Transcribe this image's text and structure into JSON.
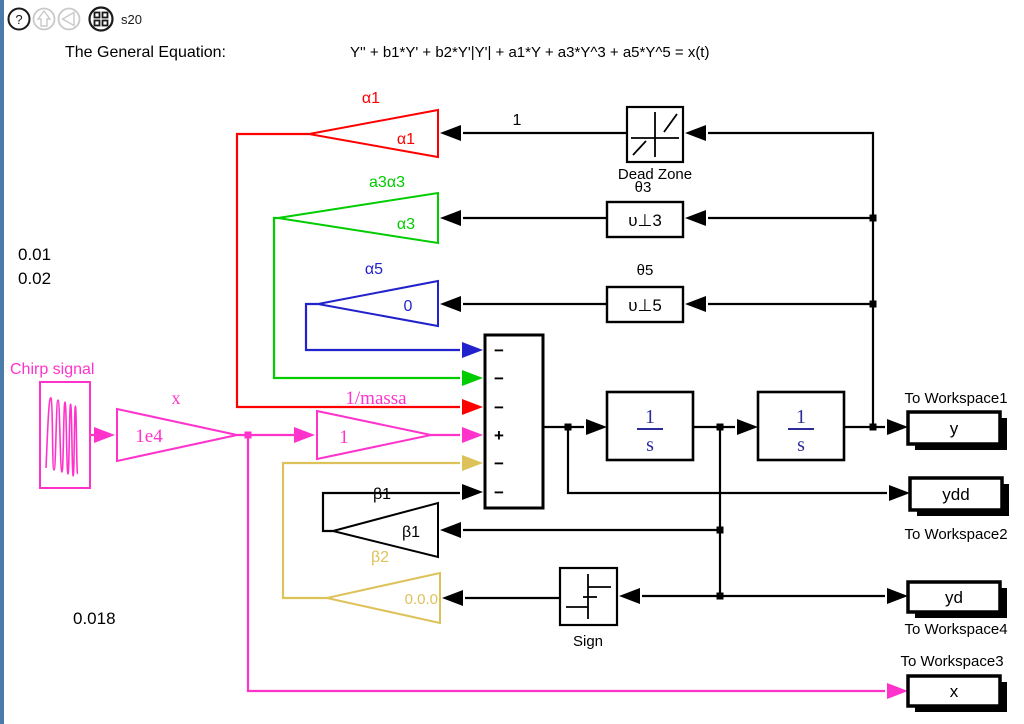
{
  "toolbar": {
    "model_name": "s20",
    "help_glyph": "?"
  },
  "header": {
    "label": "The General Equation:",
    "equation": "Y'' + b1*Y' + b2*Y'|Y'| + a1*Y + a3*Y^3 + a5*Y^5 = x(t)"
  },
  "annotations": {
    "p1": "0.01",
    "p2": "0.02",
    "p3": "0.018"
  },
  "source": {
    "chirp_label": "Chirp signal",
    "gain_value": "1e4",
    "signal_label": "x"
  },
  "gains": {
    "mass": {
      "value": "1",
      "label": "1/massa"
    },
    "a1": {
      "value": "α1",
      "label": "α1",
      "wire_label": "1"
    },
    "a3": {
      "value": "α3",
      "label": "a3α3"
    },
    "a5": {
      "value": "0",
      "label": "α5"
    },
    "b1": {
      "value": "β1",
      "label": "β1"
    },
    "b2": {
      "value": "0.0.0",
      "label": "β2"
    }
  },
  "blocks": {
    "dead_zone": {
      "label": "Dead Zone"
    },
    "u3": {
      "value": "υ⊥3",
      "label": "θ3"
    },
    "u5": {
      "value": "υ⊥5",
      "label": "θ5"
    },
    "sum": {
      "signs": [
        "−",
        "−",
        "−",
        "+",
        "−",
        "−"
      ]
    },
    "integrator1": {
      "num": "1",
      "den": "s"
    },
    "integrator2": {
      "num": "1",
      "den": "s"
    },
    "sign": {
      "label": "Sign"
    }
  },
  "workspace": {
    "y": {
      "value": "y",
      "label": "To Workspace1"
    },
    "ydd": {
      "value": "ydd",
      "label": "To Workspace2"
    },
    "yd": {
      "value": "yd",
      "label": "To Workspace4"
    },
    "extra_label": "To Workspace3",
    "x": {
      "value": "x"
    }
  },
  "colors": {
    "red": "#ff0000",
    "green": "#00cc00",
    "blue": "#2222cc",
    "magenta": "#ff33cc",
    "yellow": "#ddc25a",
    "window_border": "#4a7ca8",
    "integrator_text": "#2b2b99"
  }
}
